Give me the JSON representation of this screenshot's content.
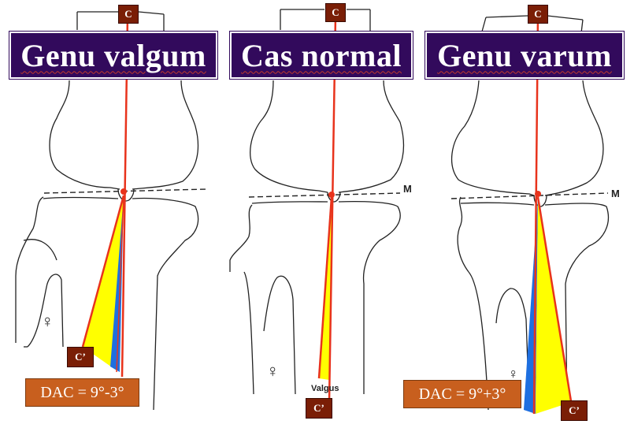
{
  "panels": [
    {
      "title": "Genu valgum",
      "top_label": "C",
      "bottom_label": "C’",
      "angle_label": "DAC = 9°-3°"
    },
    {
      "title": "Cas normal",
      "top_label": "C",
      "bottom_label": "C’",
      "joint_marker": "M",
      "deformity_text": "Valgus",
      "sex_symbol": "♀"
    },
    {
      "title": "Genu varum",
      "top_label": "C",
      "bottom_label": "C’",
      "joint_marker": "M",
      "angle_label": "DAC = 9°+3°"
    }
  ],
  "panel1_sex_symbol": "♀",
  "panel3_sex_symbol": "♀",
  "colors": {
    "title_background": "#320a5c",
    "label_background": "#7a1e06",
    "angle_box_background": "#c85f1e",
    "axis_line": "#e8331c",
    "wedge_yellow": "#ffff00",
    "wedge_blue": "#1e6fe0"
  }
}
